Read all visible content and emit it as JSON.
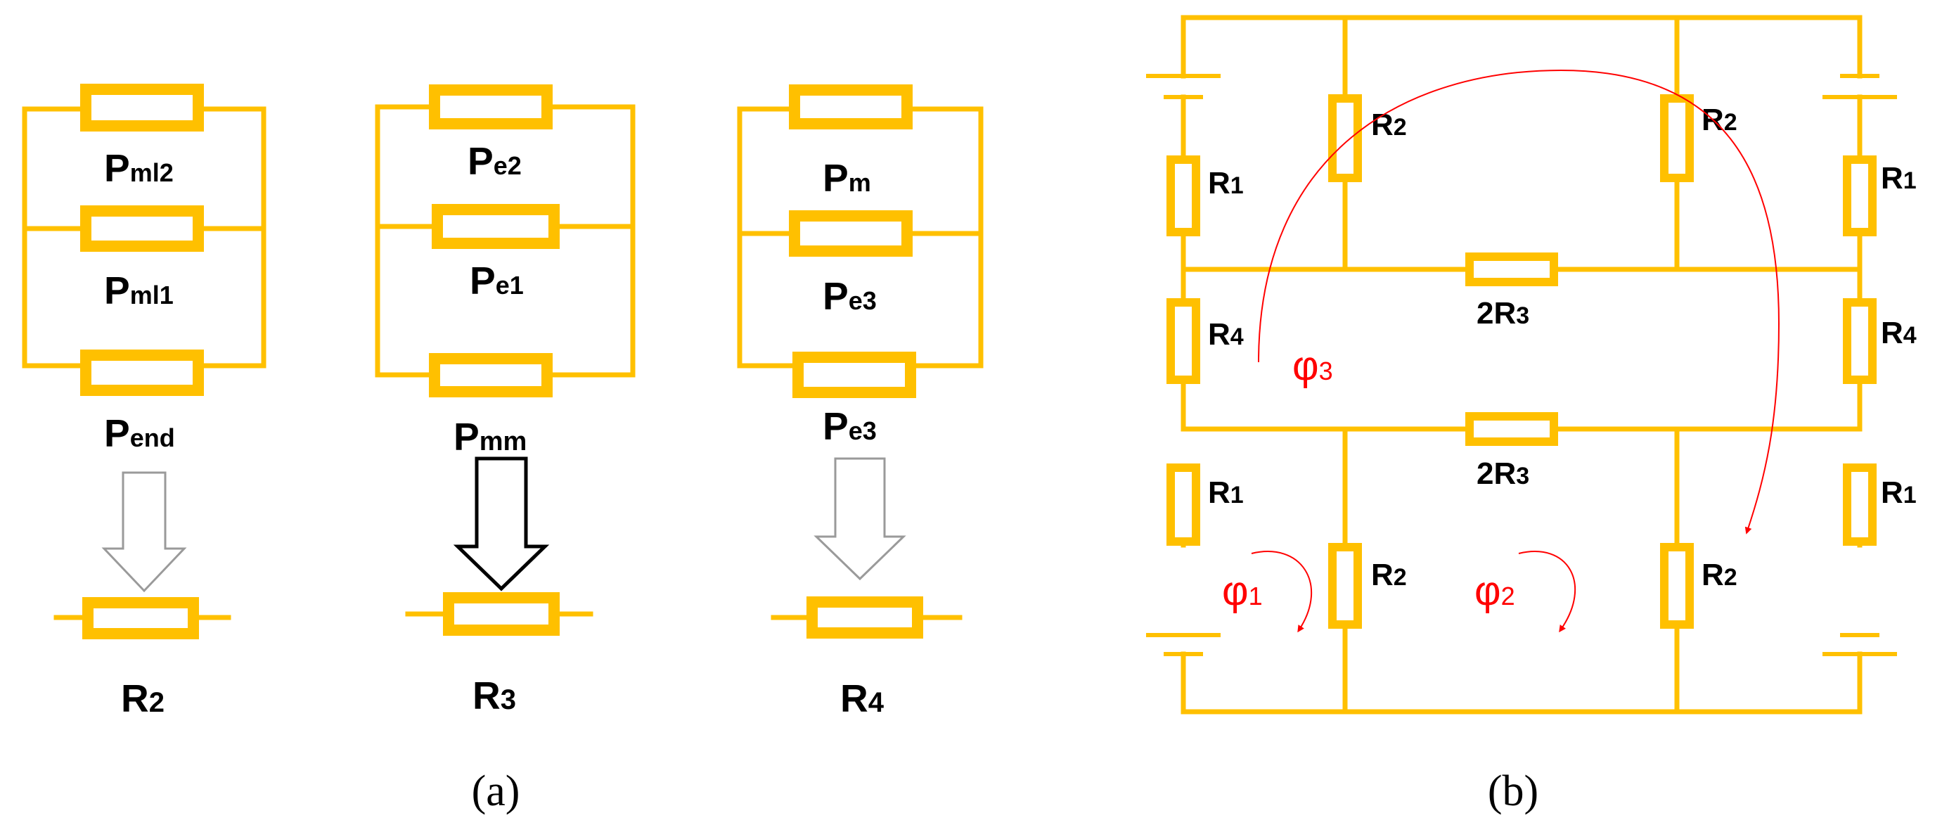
{
  "colors": {
    "wire": "#ffc000",
    "flow": "#ff0000",
    "text": "#000000"
  },
  "panel_a": {
    "caption": "(a)",
    "groups": [
      {
        "labels": [
          {
            "base": "P",
            "sub": "ml2"
          },
          {
            "base": "P",
            "sub": "ml1"
          },
          {
            "base": "P",
            "sub": "end"
          }
        ],
        "target": {
          "base": "R",
          "sub": "2"
        }
      },
      {
        "labels": [
          {
            "base": "P",
            "sub": "e2"
          },
          {
            "base": "P",
            "sub": "e1"
          },
          {
            "base": "P",
            "sub": "mm"
          }
        ],
        "target": {
          "base": "R",
          "sub": "3"
        }
      },
      {
        "labels": [
          {
            "base": "P",
            "sub": "m"
          },
          {
            "base": "P",
            "sub": "e3"
          },
          {
            "base": "P",
            "sub": "e3"
          }
        ],
        "target": {
          "base": "R",
          "sub": "4"
        }
      }
    ]
  },
  "panel_b": {
    "caption": "(b)",
    "labels": {
      "r2_top_left": {
        "base": "R",
        "sub": "2"
      },
      "r2_top_right": {
        "base": "R",
        "sub": "2"
      },
      "r1_up_left": {
        "base": "R",
        "sub": "1"
      },
      "r1_up_right": {
        "base": "R",
        "sub": "1"
      },
      "r3_upper": {
        "base": "2R",
        "sub": "3"
      },
      "r4_left": {
        "base": "R",
        "sub": "4"
      },
      "r4_right": {
        "base": "R",
        "sub": "4"
      },
      "r3_lower": {
        "base": "2R",
        "sub": "3"
      },
      "r1_low_left": {
        "base": "R",
        "sub": "1"
      },
      "r1_low_right": {
        "base": "R",
        "sub": "1"
      },
      "r2_bot_left": {
        "base": "R",
        "sub": "2"
      },
      "r2_bot_right": {
        "base": "R",
        "sub": "2"
      }
    },
    "phi": [
      {
        "base": "φ",
        "sub": "1"
      },
      {
        "base": "φ",
        "sub": "2"
      },
      {
        "base": "φ",
        "sub": "3"
      }
    ]
  }
}
